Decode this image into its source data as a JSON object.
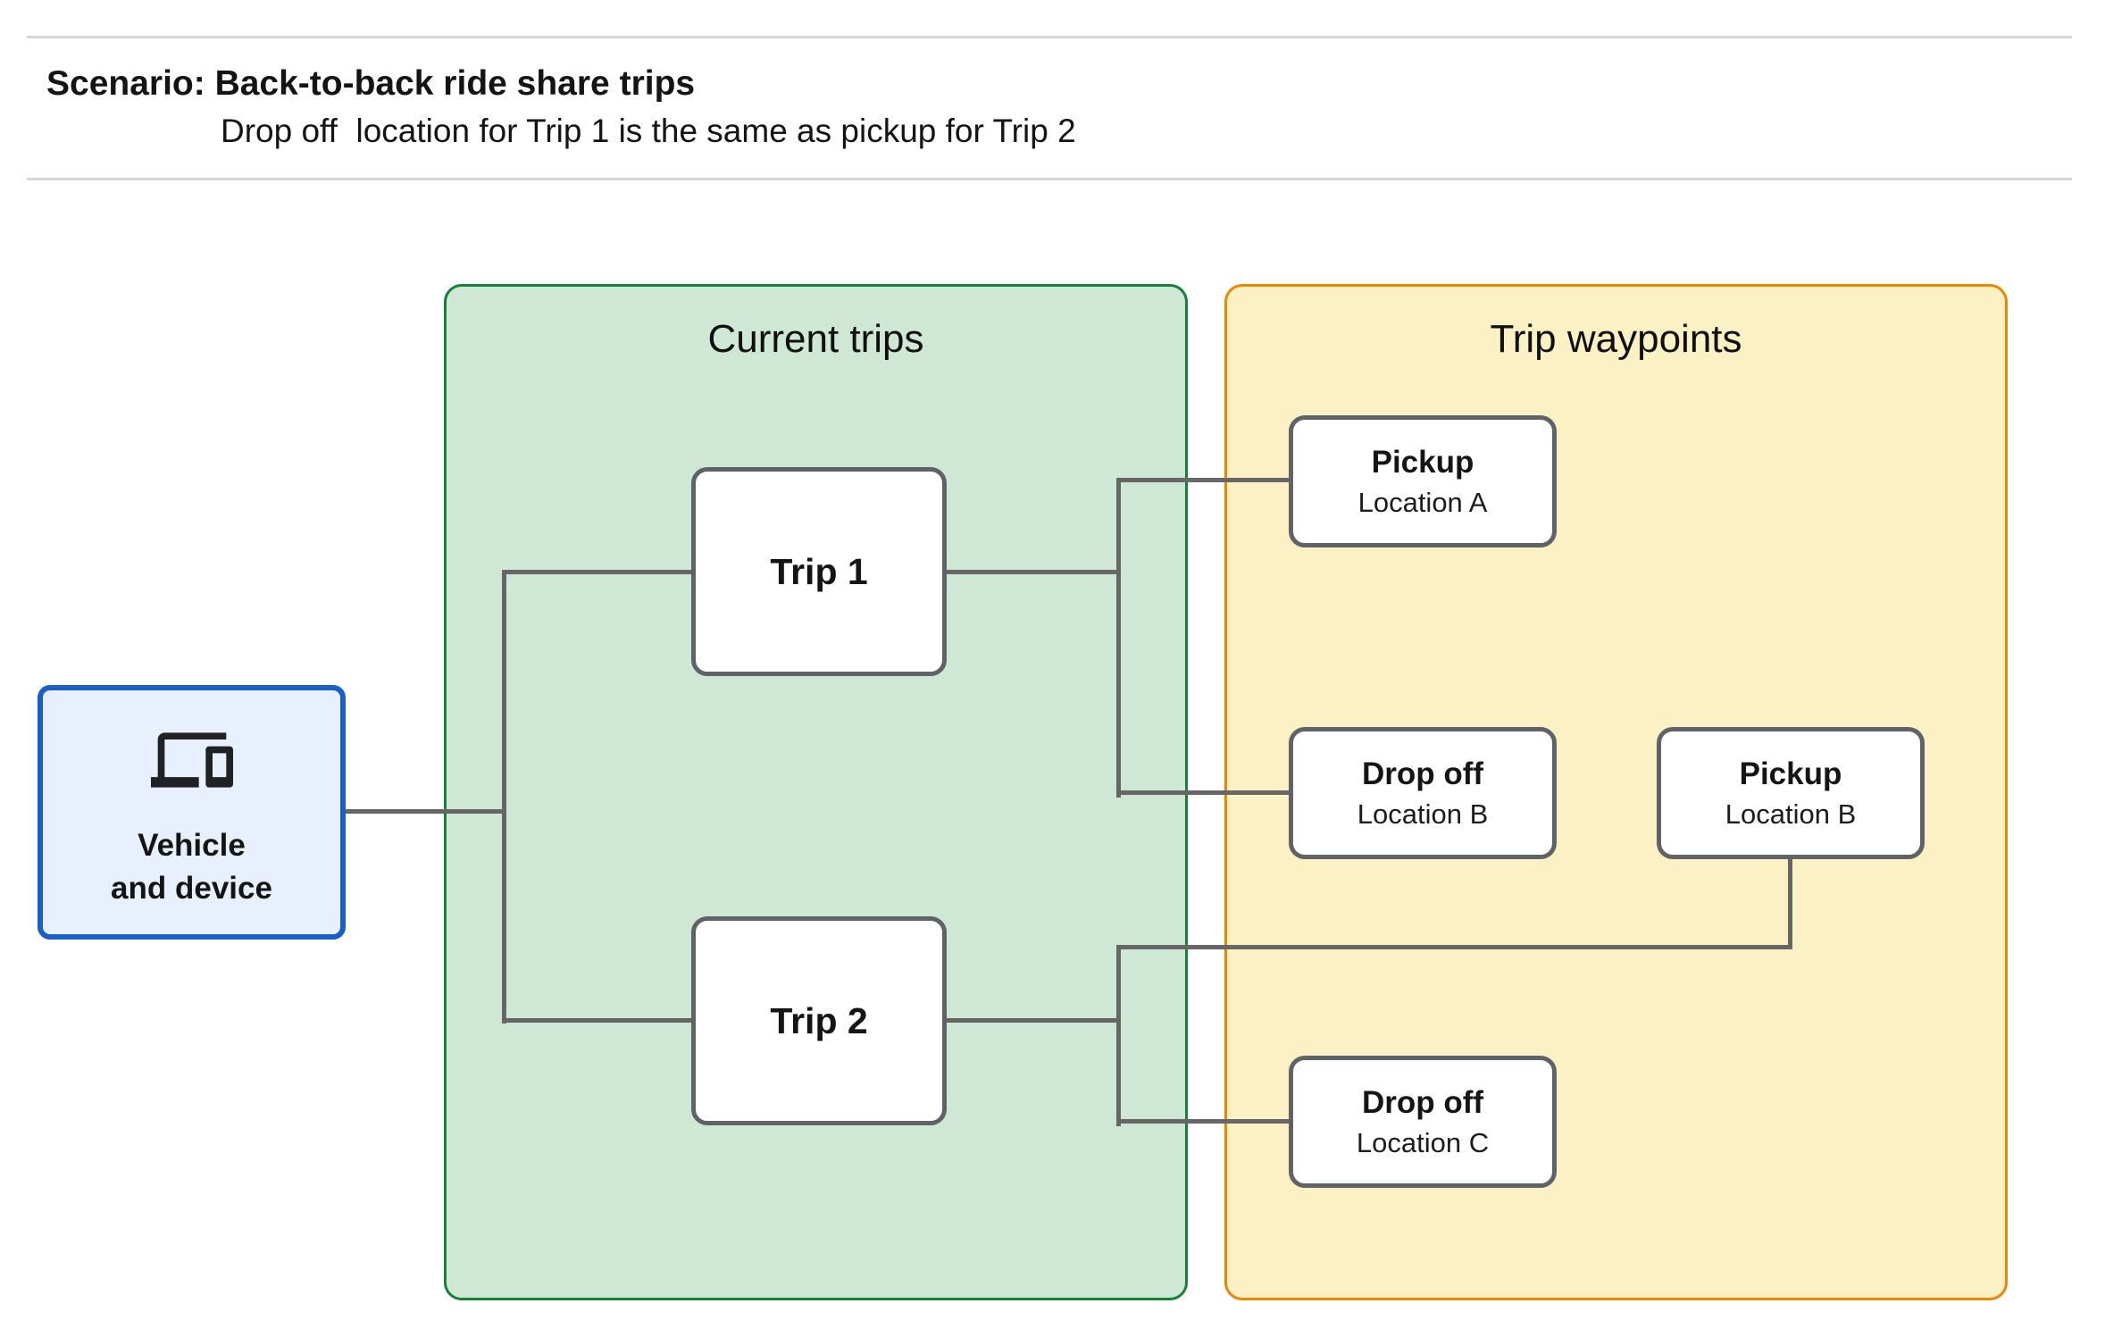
{
  "header": {
    "title": "Scenario: Back-to-back ride share trips",
    "subtitle": "Drop off  location for Trip 1 is the same as pickup for Trip 2"
  },
  "vehicle": {
    "icon": "devices-icon",
    "label_line1": "Vehicle",
    "label_line2": "and device"
  },
  "groups": {
    "current_trips": {
      "title": "Current trips"
    },
    "trip_waypoints": {
      "title": "Trip waypoints"
    }
  },
  "trips": [
    {
      "label": "Trip 1"
    },
    {
      "label": "Trip 2"
    }
  ],
  "waypoints": [
    {
      "title": "Pickup",
      "subtitle": "Location A"
    },
    {
      "title": "Drop off",
      "subtitle": "Location B"
    },
    {
      "title": "Pickup",
      "subtitle": "Location B"
    },
    {
      "title": "Drop off",
      "subtitle": "Location C"
    }
  ],
  "colors": {
    "blue_fill": "#e8f0fe",
    "blue_border": "#1a5fc8",
    "green_fill": "#cfe7d5",
    "green_border": "#17803b",
    "yellow_fill": "#fcf0c5",
    "yellow_border": "#ea8600",
    "node_border": "#5f6368",
    "line_color": "#666666",
    "divider": "#d6d6d6"
  }
}
